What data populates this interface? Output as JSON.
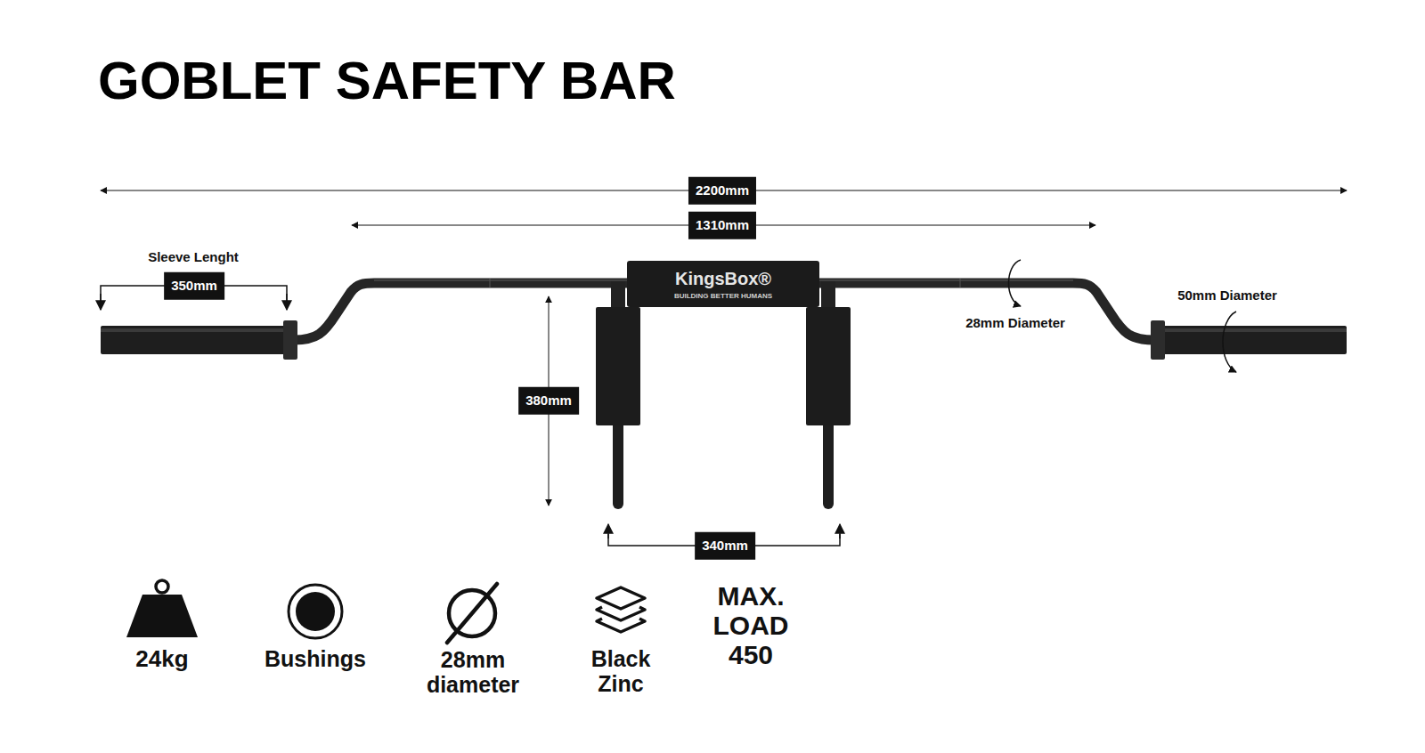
{
  "diagram": {
    "title": "GOBLET SAFETY BAR",
    "nodes": [
      {
        "text": [
          "KingsBox®",
          "BUILDING BETTER HUMANS"
        ]
      }
    ],
    "labels": [
      "2200mm",
      "1310mm",
      "Sleeve Lenght",
      "350mm",
      "380mm",
      "340mm",
      "28mm Diameter",
      "50mm Diameter",
      "24kg",
      "Bushings",
      "28mm diameter",
      "Black Zinc",
      "MAX. LOAD 450"
    ]
  }
}
